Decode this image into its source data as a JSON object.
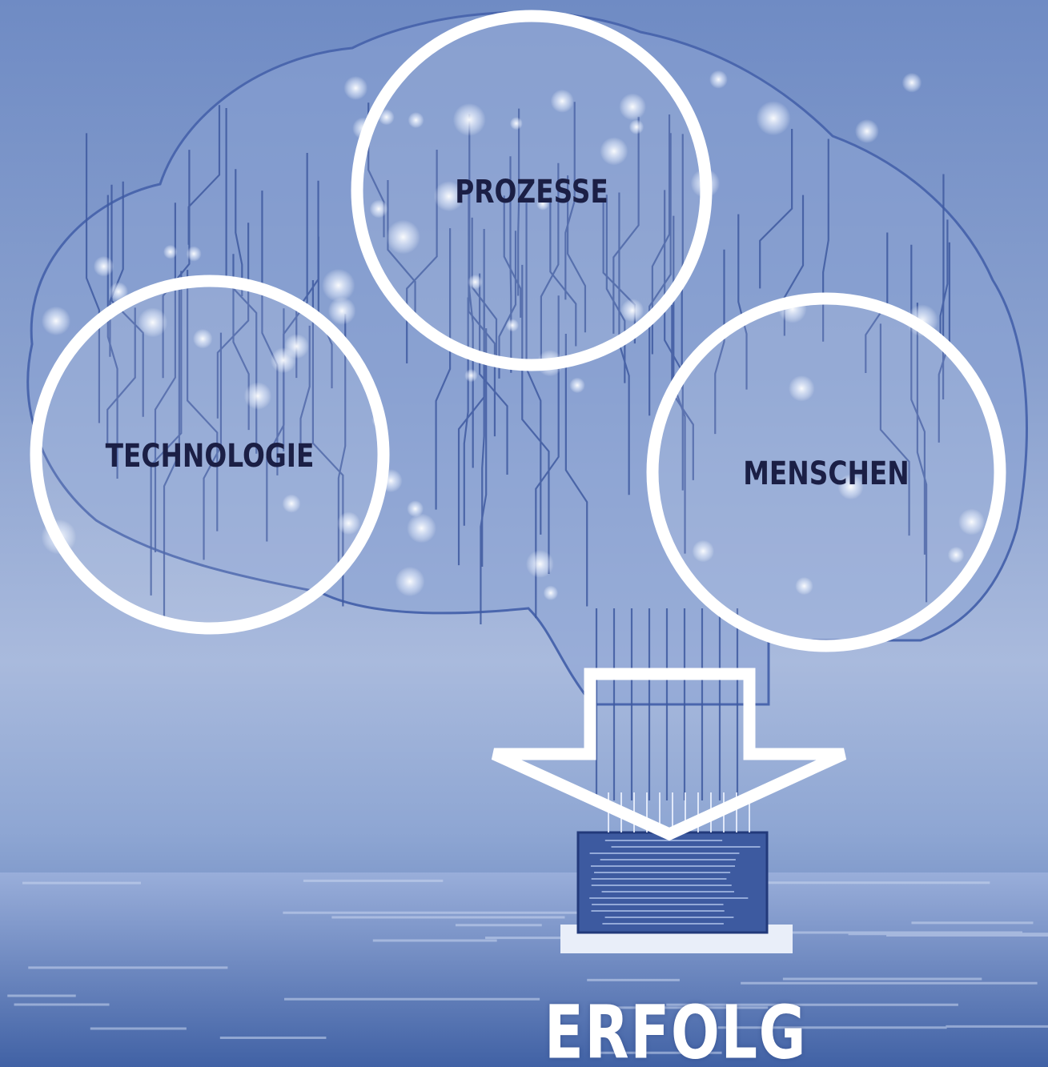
{
  "diagram": {
    "nodes": [
      {
        "id": "prozesse",
        "label": "PROZESSE"
      },
      {
        "id": "technologie",
        "label": "TECHNOLOGIE"
      },
      {
        "id": "menschen",
        "label": "MENSCHEN"
      }
    ],
    "result": {
      "label": "ERFOLG"
    },
    "connector": "arrow-down"
  },
  "colors": {
    "background": "#7f97c8",
    "circle_stroke": "#ffffff",
    "label_text": "#1b1f45",
    "circuit_lines": "#3f5aa0",
    "result_text": "#ffffff"
  },
  "icons": [
    "circuit-brain-illustration",
    "chip-illustration",
    "down-arrow-icon"
  ]
}
